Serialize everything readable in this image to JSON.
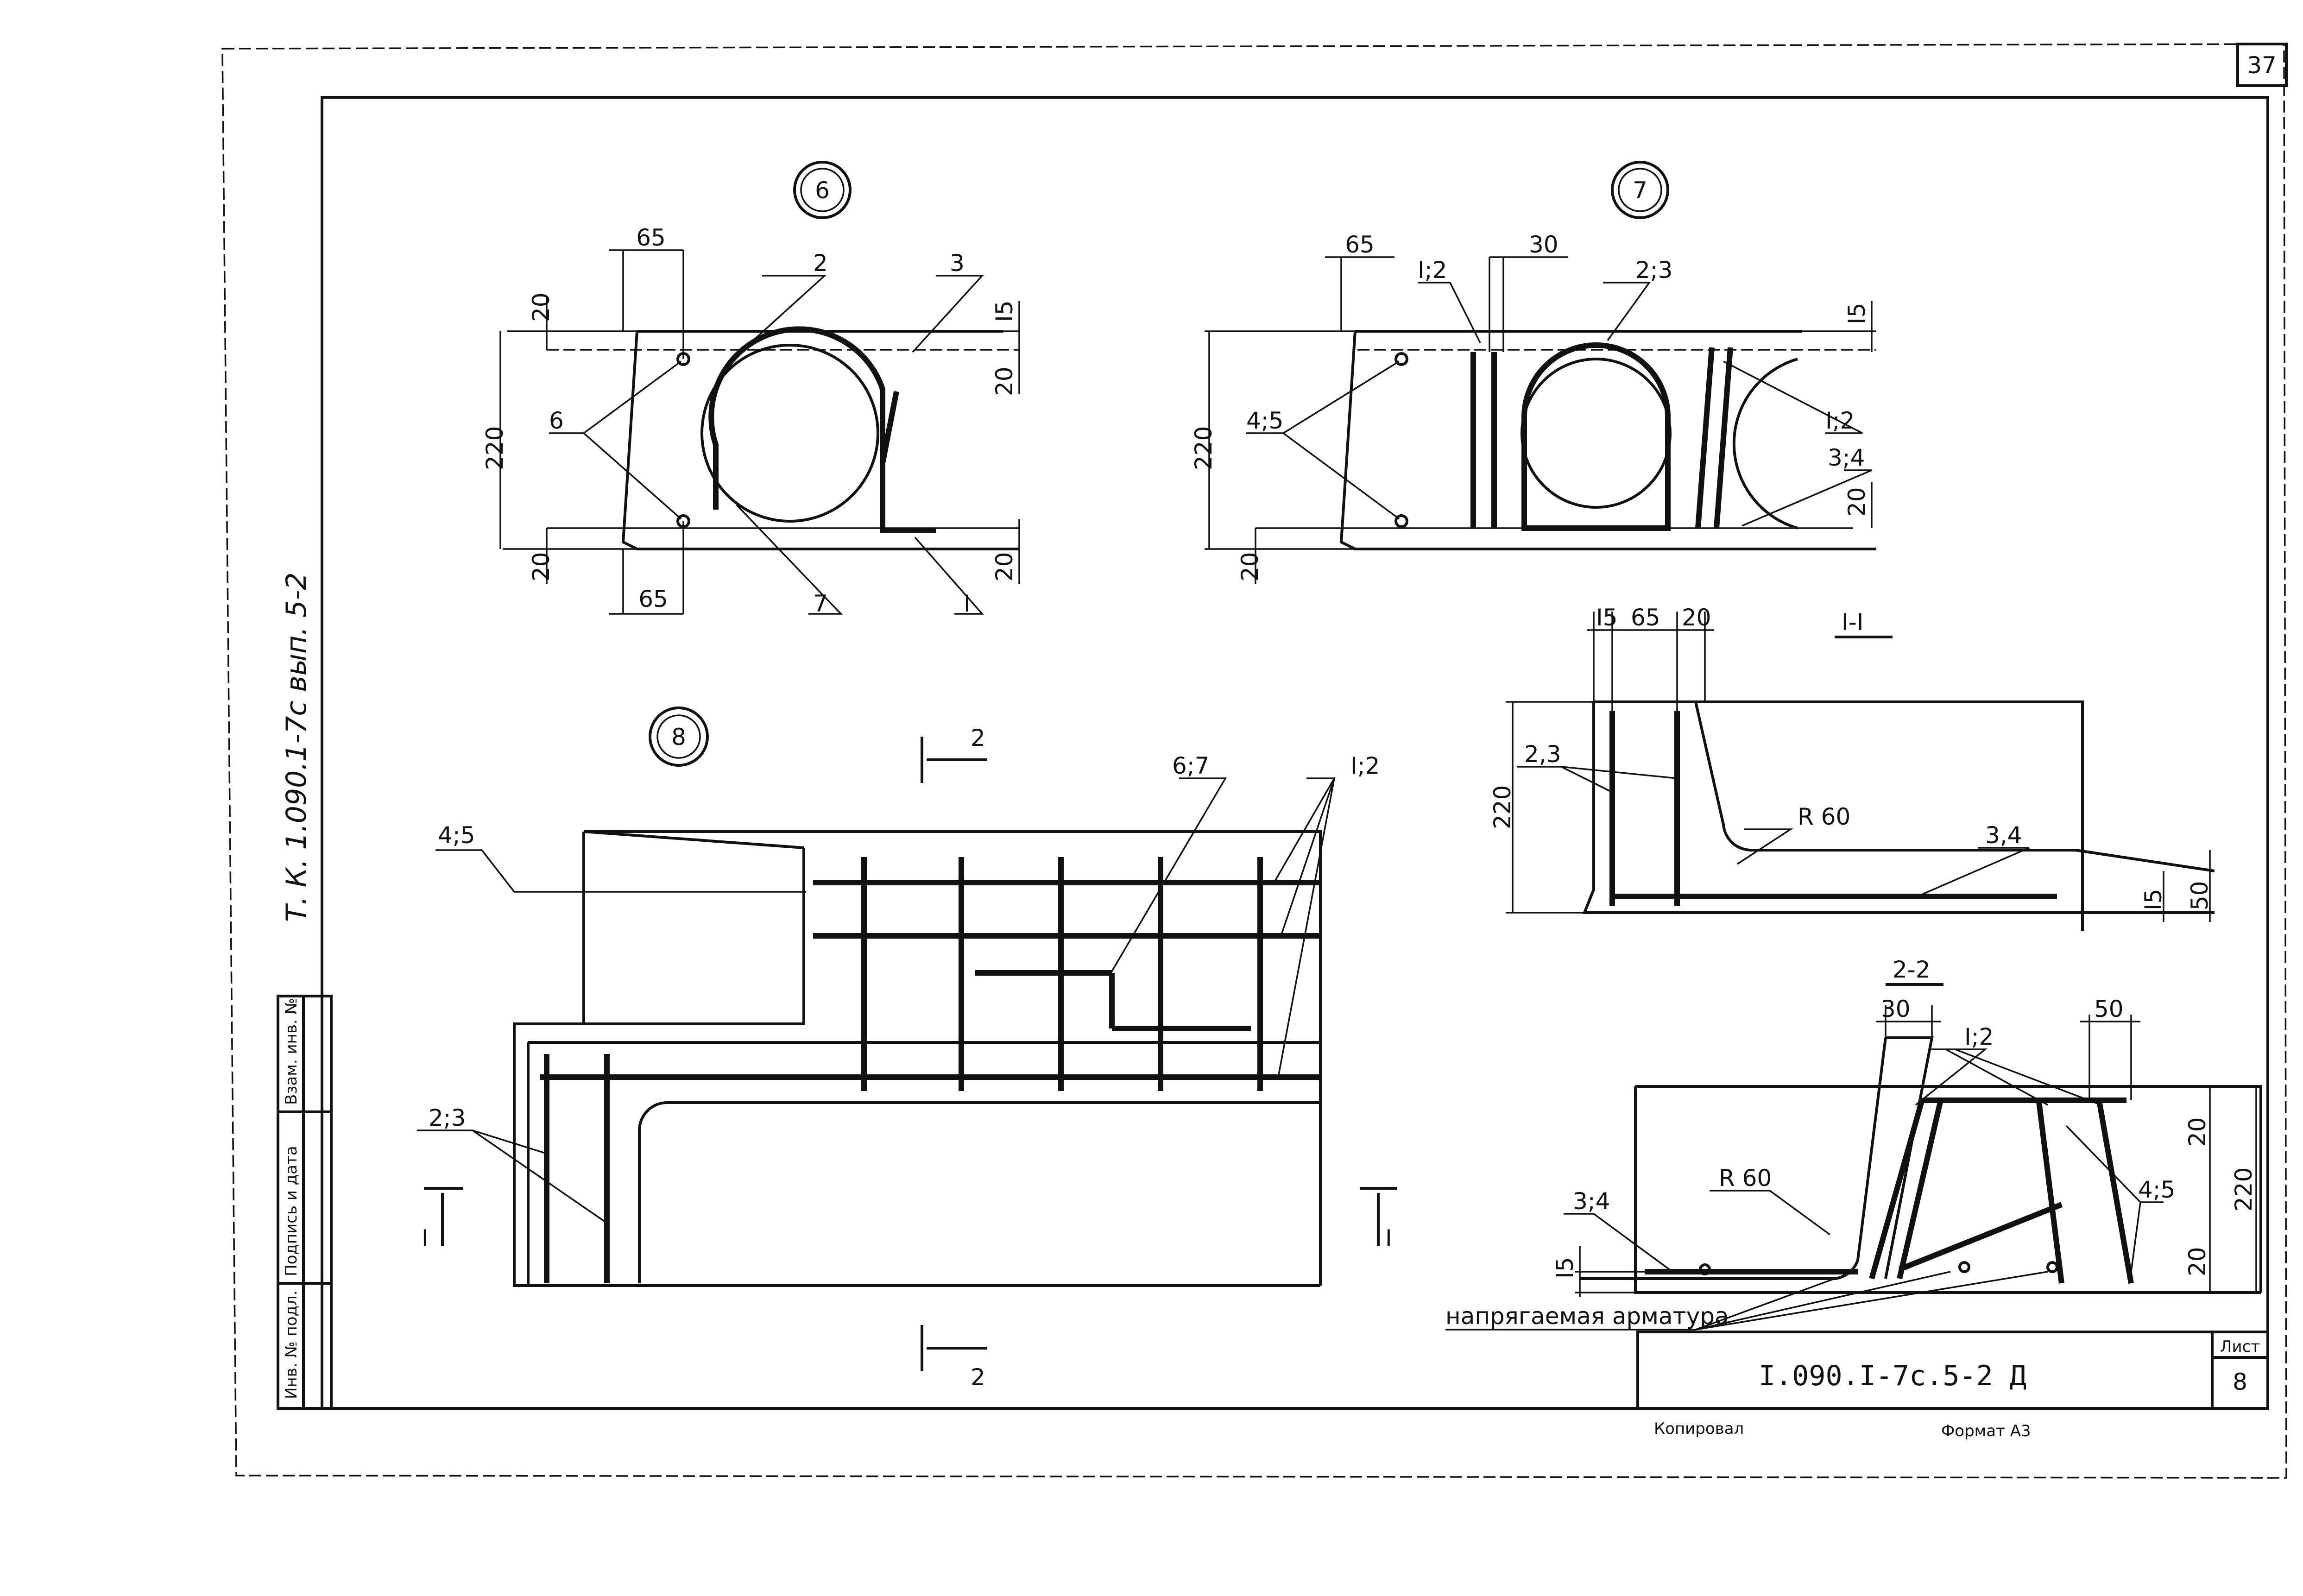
{
  "sheet_number_top": "37",
  "side_note": "Т. К. 1.090.1-7с вып. 5-2",
  "stamp": {
    "designation": "I.090.I-7с.5-2 Д",
    "sheet_label": "Лист",
    "sheet_value": "8",
    "checked": "Копировал",
    "format": "Формат А3",
    "left_columns": [
      "Инв. № подл.",
      "Подпись и дата",
      "Взам. инв. №"
    ]
  },
  "detail_6": {
    "id": "6",
    "dims": [
      "65",
      "20",
      "220",
      "20",
      "65",
      "I5",
      "20",
      "20"
    ],
    "marks": [
      "2",
      "3",
      "6",
      "7",
      "I"
    ]
  },
  "detail_7": {
    "id": "7",
    "dims": [
      "65",
      "30",
      "220",
      "20",
      "I5",
      "20"
    ],
    "marks": [
      "I;2",
      "2;3",
      "4;5",
      "I;2",
      "3;4"
    ]
  },
  "detail_8": {
    "id": "8",
    "marks": [
      "4;5",
      "6;7",
      "I;2",
      "2;3"
    ],
    "cuts": [
      "2",
      "I",
      "I",
      "2"
    ]
  },
  "section_1": {
    "title": "I-I",
    "dims": [
      "I5",
      "65",
      "20",
      "220",
      "I5",
      "50"
    ],
    "marks": [
      "2,3",
      "R 60",
      "3,4"
    ]
  },
  "section_2": {
    "title": "2-2",
    "dims": [
      "30",
      "50",
      "20",
      "220",
      "20",
      "I5"
    ],
    "marks": [
      "I;2",
      "R 60",
      "3;4",
      "4;5"
    ],
    "note": "напрягаемая арматура"
  }
}
